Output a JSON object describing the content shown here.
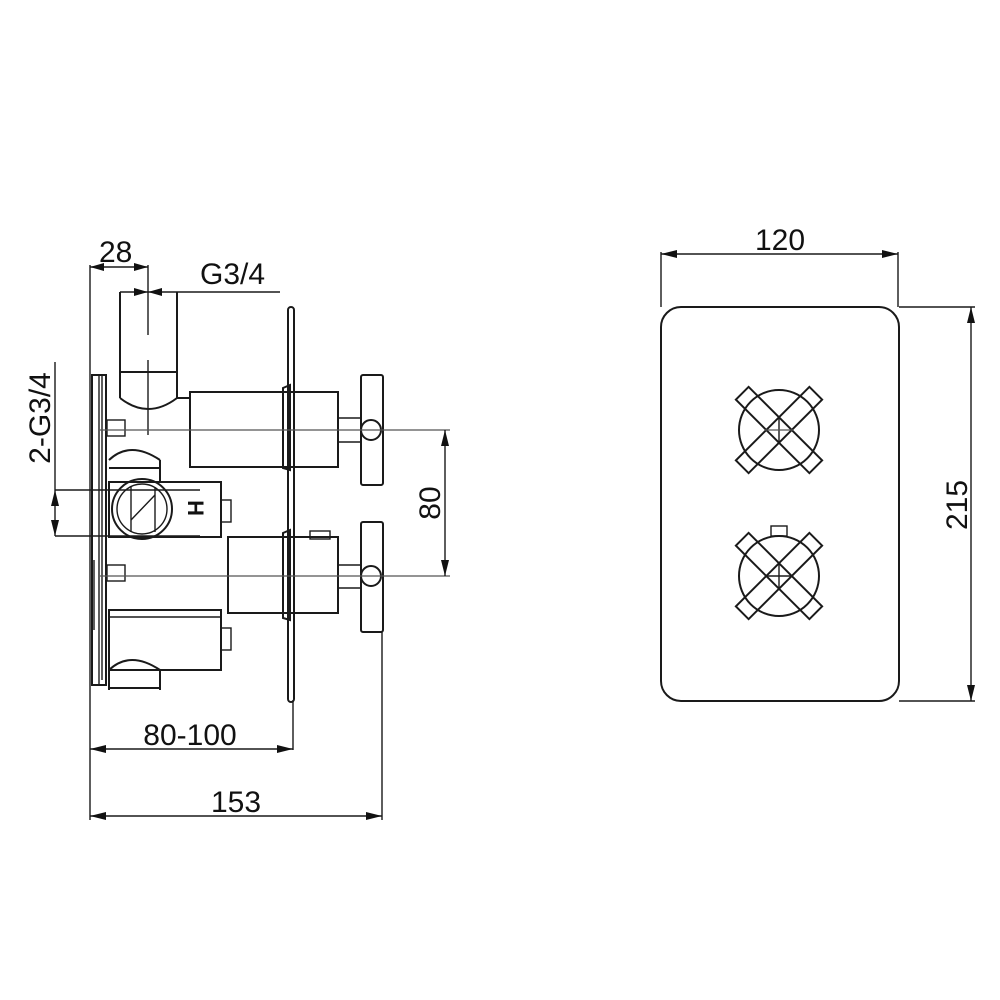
{
  "drawing": {
    "title": "Thermostatic concealed shower valve - technical dimension drawing",
    "views": [
      "side-view",
      "front-view"
    ]
  },
  "side_view": {
    "dimensions": {
      "top_offset": "28",
      "outlet_thread": "G3/4",
      "inlet_thread": "2-G3/4",
      "handle_spacing": "80",
      "wall_depth": "80-100",
      "total_depth": "153"
    },
    "inlet_label": "H"
  },
  "front_view": {
    "dimensions": {
      "plate_width": "120",
      "plate_height": "215"
    },
    "handles": [
      {
        "position": "top",
        "type": "cross-handle"
      },
      {
        "position": "bottom",
        "type": "cross-handle",
        "has_indicator": true
      }
    ]
  },
  "colors": {
    "line": "#1a1a1a",
    "background": "#ffffff"
  }
}
